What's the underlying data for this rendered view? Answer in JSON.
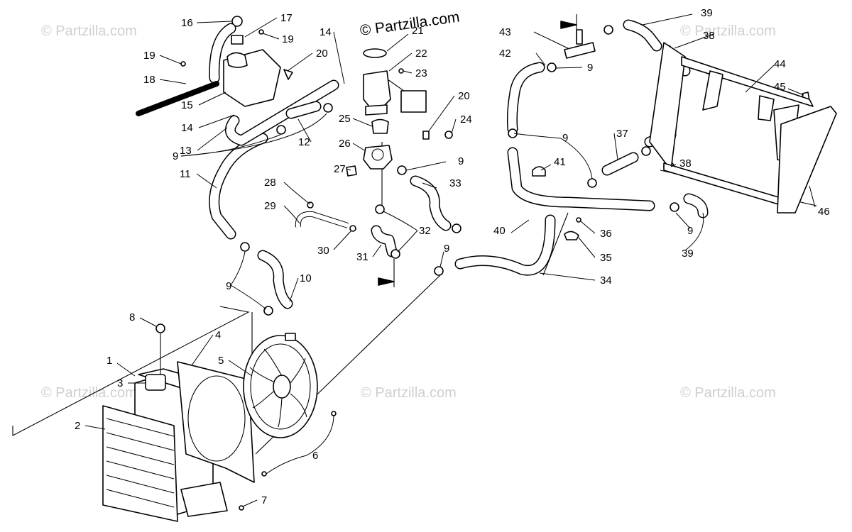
{
  "watermark": {
    "main": "© Partzilla.com",
    "faint": "© Partzilla.com"
  },
  "callouts": [
    "1",
    "2",
    "3",
    "4",
    "5",
    "6",
    "7",
    "8",
    "9",
    "10",
    "11",
    "12",
    "13",
    "14",
    "15",
    "16",
    "17",
    "18",
    "19",
    "20",
    "21",
    "22",
    "23",
    "24",
    "25",
    "26",
    "27",
    "28",
    "29",
    "30",
    "31",
    "32",
    "33",
    "34",
    "35",
    "36",
    "37",
    "38",
    "39",
    "40",
    "41",
    "42",
    "43",
    "44",
    "45",
    "46"
  ],
  "colors": {
    "line": "#000000",
    "background": "#ffffff",
    "watermark": "#cfcfcf"
  }
}
